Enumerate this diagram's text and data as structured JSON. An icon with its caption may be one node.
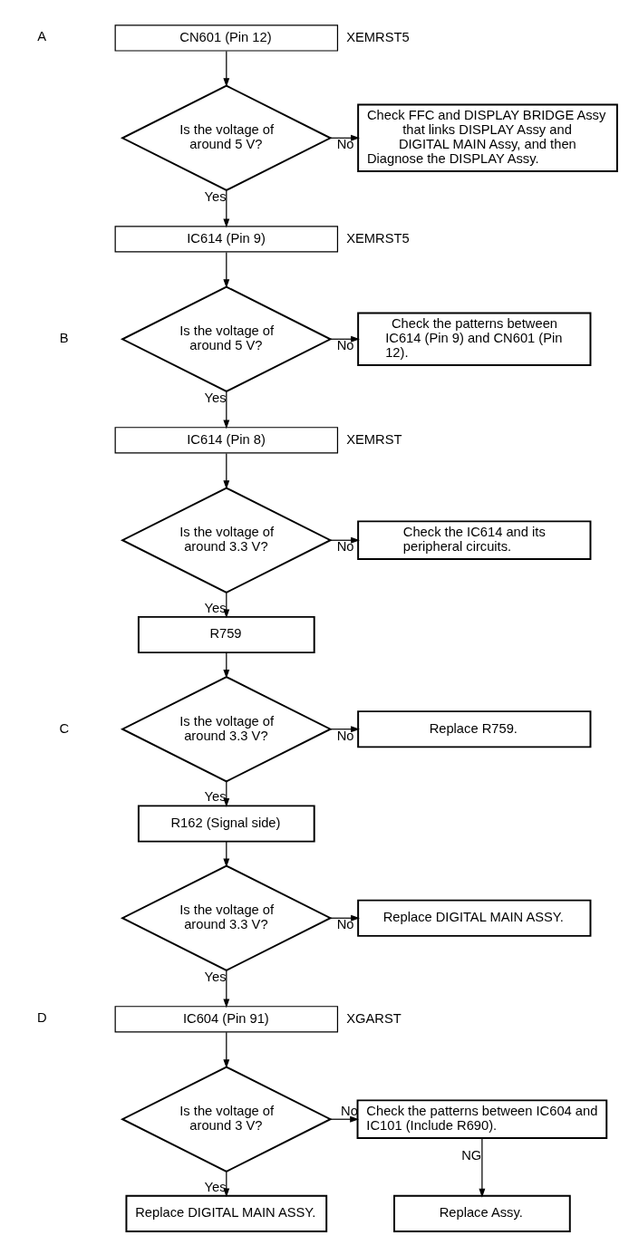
{
  "diagram": {
    "nodes": [
      {
        "text": [
          "CN601 (Pin 12)"
        ],
        "beside": [
          "XEMRST5"
        ]
      },
      {
        "text": [
          "Is the voltage of around 5 V?"
        ]
      },
      {
        "text": [
          "Check FFC and DISPLAY BRIDGE Assy that links DISPLAY Assy and DIGITAL MAIN Assy, and then Diagnose the DISPLAY Assy."
        ]
      },
      {
        "text": [
          "IC614 (Pin 9)"
        ],
        "beside": [
          "XEMRST5"
        ]
      },
      {
        "text": [
          "Is the voltage of around 5 V?"
        ]
      },
      {
        "text": [
          "Check the patterns between IC614 (Pin 9) and CN601 (Pin 12)."
        ]
      },
      {
        "text": [
          "IC614 (Pin 8)"
        ],
        "beside": [
          "XEMRST"
        ]
      },
      {
        "text": [
          "Is the voltage of around 3.3 V?"
        ]
      },
      {
        "text": [
          "Check the IC614 and its peripheral circuits."
        ]
      },
      {
        "text": [
          "R759"
        ]
      },
      {
        "text": [
          "Is the voltage of around 3.3 V?"
        ]
      },
      {
        "text": [
          "Replace R759."
        ]
      },
      {
        "text": [
          "R162 (Signal side)"
        ]
      },
      {
        "text": [
          "Is the voltage of around 3.3 V?"
        ]
      },
      {
        "text": [
          "Replace DIGITAL MAIN ASSY."
        ]
      },
      {
        "text": [
          "IC604 (Pin 91)"
        ],
        "beside": [
          "XGARST"
        ]
      },
      {
        "text": [
          "Is the voltage of around 3 V?"
        ]
      },
      {
        "text": [
          "Check the patterns between IC604 and IC101 (Include R690)."
        ]
      },
      {
        "text": [
          "Replace Assy."
        ]
      },
      {
        "text": [
          "Replace DIGITAL MAIN ASSY."
        ]
      }
    ],
    "edges": [
      {
        "from": 0,
        "to": 1,
        "arrow": "to"
      },
      {
        "from": 1,
        "to": 2,
        "arrow": "to",
        "label": "No"
      },
      {
        "from": 1,
        "to": 3,
        "arrow": "to",
        "label": "Yes"
      },
      {
        "from": 3,
        "to": 4,
        "arrow": "to"
      },
      {
        "from": 4,
        "to": 5,
        "arrow": "to",
        "label": "No"
      },
      {
        "from": 4,
        "to": 6,
        "arrow": "to",
        "label": "Yes"
      },
      {
        "from": 6,
        "to": 7,
        "arrow": "to"
      },
      {
        "from": 7,
        "to": 8,
        "arrow": "to",
        "label": "No"
      },
      {
        "from": 7,
        "to": 9,
        "arrow": "to",
        "label": "Yes"
      },
      {
        "from": 9,
        "to": 10,
        "arrow": "to"
      },
      {
        "from": 10,
        "to": 11,
        "arrow": "to",
        "label": "No"
      },
      {
        "from": 10,
        "to": 12,
        "arrow": "to",
        "label": "Yes"
      },
      {
        "from": 12,
        "to": 13,
        "arrow": "to"
      },
      {
        "from": 13,
        "to": 14,
        "arrow": "to",
        "label": "No"
      },
      {
        "from": 13,
        "to": 15,
        "arrow": "to",
        "label": "Yes"
      },
      {
        "from": 15,
        "to": 16,
        "arrow": "to"
      },
      {
        "from": 16,
        "to": 17,
        "arrow": "to",
        "label": "No"
      },
      {
        "from": 16,
        "to": 19,
        "arrow": "to",
        "label": "Yes"
      },
      {
        "from": 17,
        "to": 18,
        "arrow": "to",
        "label": "NG"
      }
    ],
    "labels": [
      "A",
      "B",
      "C",
      "D"
    ]
  }
}
